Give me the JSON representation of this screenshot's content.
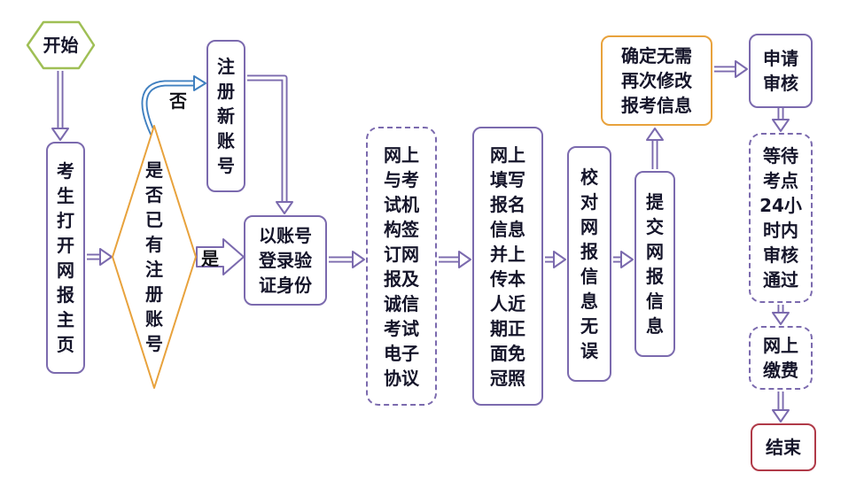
{
  "diagram": {
    "type": "flowchart",
    "nodes": {
      "start": {
        "label": "开始",
        "shape": "hexagon"
      },
      "open_homepage": {
        "label": "考生打开网报主页",
        "shape": "rounded-rect"
      },
      "has_account": {
        "label": "是否已有注册账号",
        "shape": "diamond"
      },
      "register_new": {
        "label": "注册新账号",
        "shape": "rounded-rect"
      },
      "login_verify": {
        "label": "以账号登录验证身份",
        "shape": "rounded-rect"
      },
      "sign_agreement": {
        "label": "网上与考试机构签订网报及诚信考试电子协议",
        "shape": "rounded-rect-dashed"
      },
      "fill_info": {
        "label": "网上填写报名信息并上传本人近期正面免冠照",
        "shape": "rounded-rect"
      },
      "check_info": {
        "label": "校对网报信息无误",
        "shape": "rounded-rect"
      },
      "submit_info": {
        "label": "提交网报信息",
        "shape": "rounded-rect"
      },
      "confirm_no_change": {
        "label": "确定无需\n再次修改\n报考信息",
        "shape": "rounded-rect-orange"
      },
      "apply_review": {
        "label": "申请审核",
        "shape": "rounded-rect"
      },
      "wait_review": {
        "label": "等待\n考点\n24小\n时内\n审核\n通过",
        "shape": "rounded-rect-dashed"
      },
      "pay_online": {
        "label": "网上缴费",
        "shape": "rounded-rect-dashed"
      },
      "end": {
        "label": "结束",
        "shape": "rounded-rect-red"
      }
    },
    "edge_labels": {
      "no": "否",
      "yes": "是"
    },
    "colors": {
      "node_border": "#7b6aae",
      "arrow": "#7b6aae",
      "decision_border": "#e8a23c",
      "confirm_border": "#e8a23c",
      "start_border": "#9fbf55",
      "end_border": "#b03a48",
      "no_branch_arrow": "#4080c0",
      "text": "#15152a",
      "background": "#ffffff"
    }
  }
}
